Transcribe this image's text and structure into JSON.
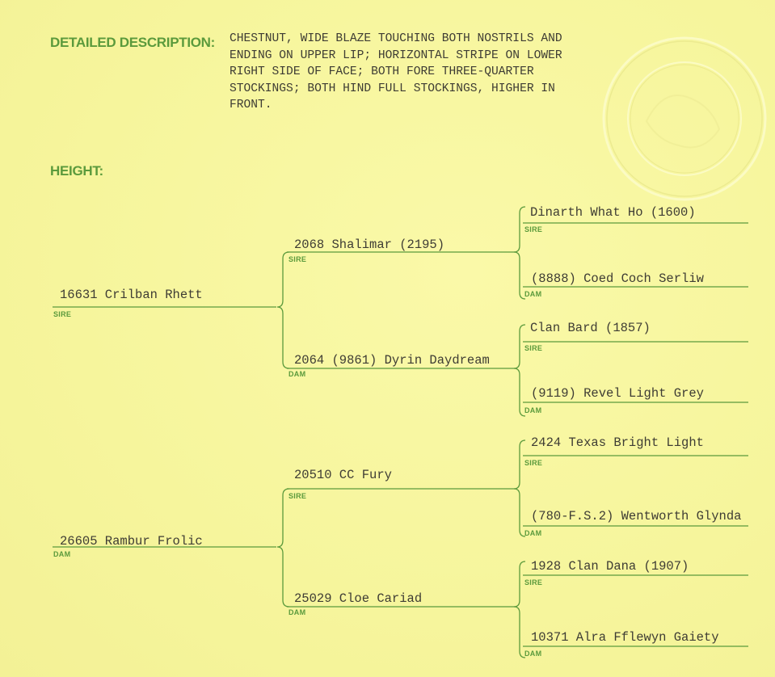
{
  "labels": {
    "detailed_description": "DETAILED DESCRIPTION:",
    "height": "HEIGHT:",
    "sire": "SIRE",
    "dam": "DAM"
  },
  "description_lines": [
    "CHESTNUT, WIDE BLAZE TOUCHING BOTH NOSTRILS AND",
    "ENDING ON UPPER LIP; HORIZONTAL STRIPE ON LOWER",
    "RIGHT SIDE OF FACE; BOTH FORE THREE-QUARTER",
    "STOCKINGS; BOTH HIND FULL STOCKINGS, HIGHER IN",
    "FRONT."
  ],
  "pedigree": {
    "sire": {
      "name": "16631 Crilban Rhett",
      "sire": {
        "name": "2068 Shalimar (2195)",
        "sire": "Dinarth What Ho (1600)",
        "dam": "(8888) Coed Coch Serliw"
      },
      "dam": {
        "name": "2064 (9861) Dyrin Daydream",
        "sire": "Clan Bard (1857)",
        "dam": "(9119) Revel Light Grey"
      }
    },
    "dam": {
      "name": "26605 Rambur Frolic",
      "sire": {
        "name": "20510 CC Fury",
        "sire": "2424 Texas Bright Light",
        "dam": "(780-F.S.2) Wentworth Glynda"
      },
      "dam": {
        "name": "25029 Cloe Cariad",
        "sire": "1928 Clan Dana (1907)",
        "dam": "10371 Alra Fflewyn Gaiety"
      }
    }
  },
  "colors": {
    "paper": "#f8f7a0",
    "print_green": "#5b9a3c",
    "typewriter_ink": "#3e3c34"
  }
}
